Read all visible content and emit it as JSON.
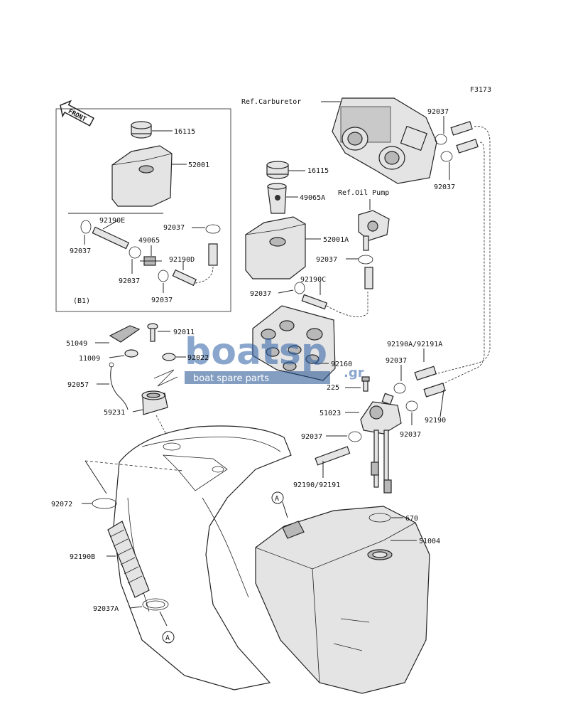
{
  "figure_code": "F3173",
  "front_marker": "FRONT",
  "inset_tag": "(B1)",
  "refs": {
    "carburetor": "Ref.Carburetor",
    "oil_pump": "Ref.Oil Pump"
  },
  "watermark": {
    "brand": "boatsp",
    "suffix": ".gr",
    "tagline": "boat spare parts",
    "color": "#1f4f8f"
  },
  "callout_marker": "A",
  "parts": [
    {
      "id": "p16115a",
      "label": "16115"
    },
    {
      "id": "p52001",
      "label": "52001"
    },
    {
      "id": "p92190e",
      "label": "92190E"
    },
    {
      "id": "p92037_b1a",
      "label": "92037"
    },
    {
      "id": "p49065",
      "label": "49065"
    },
    {
      "id": "p92037_b1b",
      "label": "92037"
    },
    {
      "id": "p92037_b1c",
      "label": "92037"
    },
    {
      "id": "p92190d",
      "label": "92190D"
    },
    {
      "id": "p92037_b1d",
      "label": "92037"
    },
    {
      "id": "p16115b",
      "label": "16115"
    },
    {
      "id": "p49065a",
      "label": "49065A"
    },
    {
      "id": "p52001a",
      "label": "52001A"
    },
    {
      "id": "p92037_c1",
      "label": "92037"
    },
    {
      "id": "p92190c",
      "label": "92190C"
    },
    {
      "id": "p92037_c2",
      "label": "92037"
    },
    {
      "id": "p92037_r1",
      "label": "92037"
    },
    {
      "id": "p92037_r2",
      "label": "92037"
    },
    {
      "id": "p51049",
      "label": "51049"
    },
    {
      "id": "p11009",
      "label": "11009"
    },
    {
      "id": "p92011",
      "label": "92011"
    },
    {
      "id": "p92022",
      "label": "92022"
    },
    {
      "id": "p92057",
      "label": "92057"
    },
    {
      "id": "p92160",
      "label": "92160"
    },
    {
      "id": "p225",
      "label": "225"
    },
    {
      "id": "p92190a",
      "label": "92190A/92191A"
    },
    {
      "id": "p92037_r3",
      "label": "92037"
    },
    {
      "id": "p59231",
      "label": "59231"
    },
    {
      "id": "p51023",
      "label": "51023"
    },
    {
      "id": "p92190",
      "label": "92190"
    },
    {
      "id": "p92037_r4",
      "label": "92037"
    },
    {
      "id": "p92037_r5",
      "label": "92037"
    },
    {
      "id": "p92190_92191",
      "label": "92190/92191"
    },
    {
      "id": "p92072",
      "label": "92072"
    },
    {
      "id": "p670",
      "label": "670"
    },
    {
      "id": "p51004",
      "label": "51004"
    },
    {
      "id": "p92190b",
      "label": "92190B"
    },
    {
      "id": "p92037a",
      "label": "92037A"
    }
  ]
}
